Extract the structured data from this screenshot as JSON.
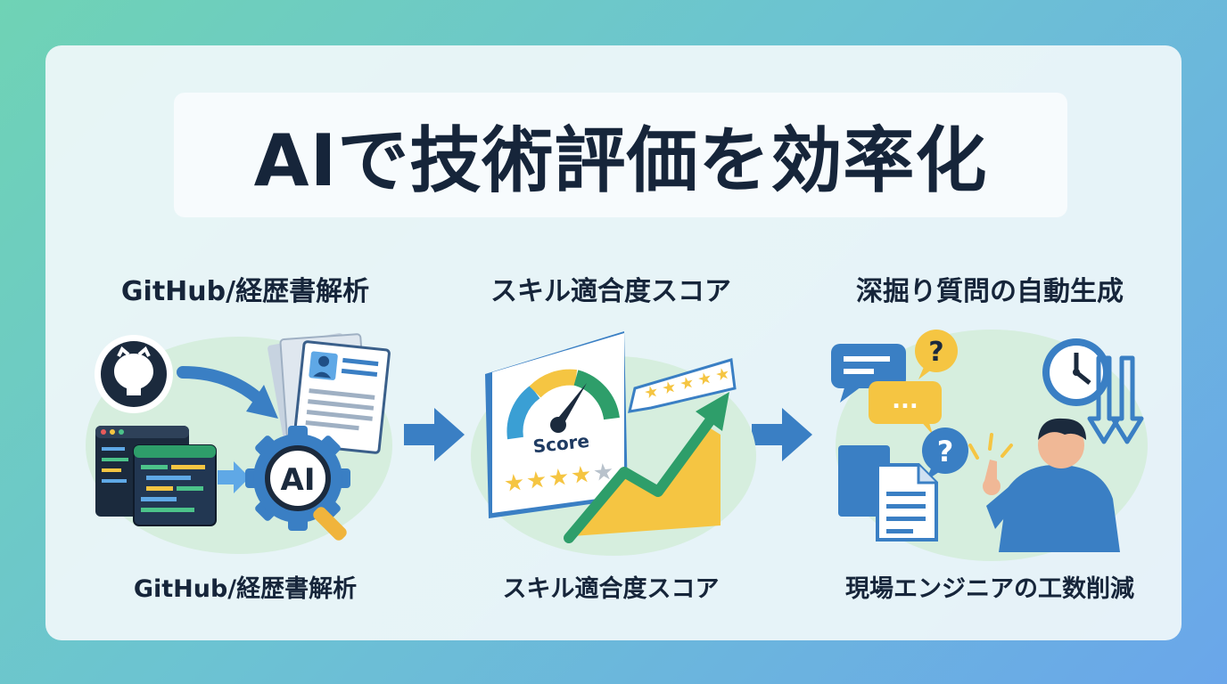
{
  "title": "AIで技術評価を効率化",
  "steps": [
    {
      "top_label": "GitHub/経歴書解析",
      "bottom_label": "GitHub/経歴書解析",
      "icon": "github-resume-ai-analysis"
    },
    {
      "top_label": "スキル適合度スコア",
      "bottom_label": "スキル適合度スコア",
      "icon": "score-gauge-growth-chart",
      "gauge_text": "Score"
    },
    {
      "top_label": "深掘り質問の自動生成",
      "bottom_label": "現場エンジニアの工数削減",
      "icon": "chat-question-clock-engineer"
    }
  ],
  "ai_badge": "AI",
  "chat_bubble_text": "...",
  "question_mark": "?",
  "colors": {
    "accent_blue": "#3a7fc4",
    "navy": "#16253a",
    "yellow": "#f5c542",
    "green": "#2e9e6a",
    "blob": "#d6eede"
  }
}
